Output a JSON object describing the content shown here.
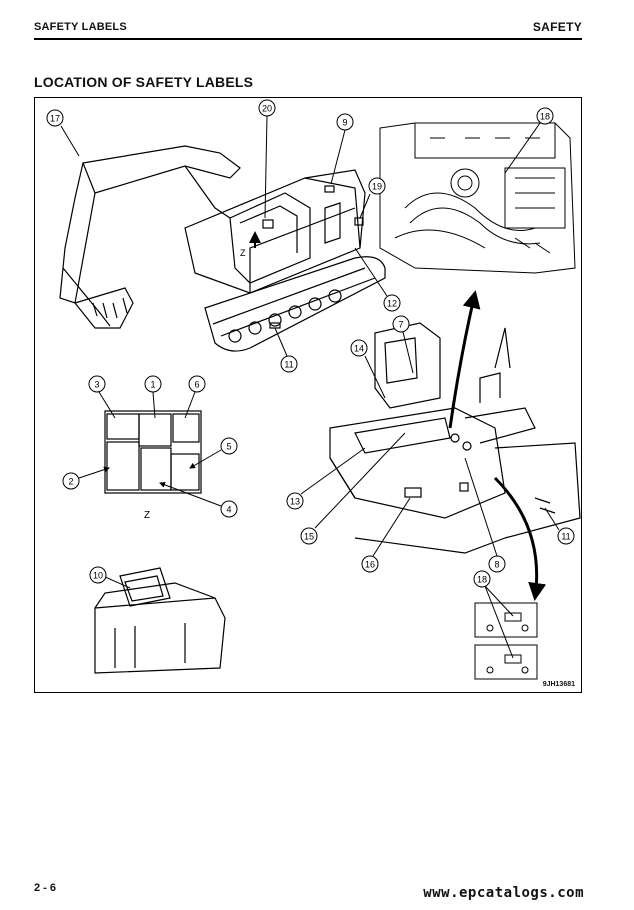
{
  "header": {
    "section_left": "SAFETY LABELS",
    "section_right": "SAFETY"
  },
  "title": "LOCATION OF SAFETY LABELS",
  "figure": {
    "code": "9JH13681",
    "view_label": "Z",
    "callouts": [
      "1",
      "2",
      "3",
      "4",
      "5",
      "6",
      "7",
      "8",
      "9",
      "10",
      "11",
      "12",
      "13",
      "14",
      "15",
      "16",
      "17",
      "18",
      "19",
      "20"
    ]
  },
  "footer": {
    "page_number": "2 - 6",
    "watermark": "www.epcatalogs.com"
  }
}
